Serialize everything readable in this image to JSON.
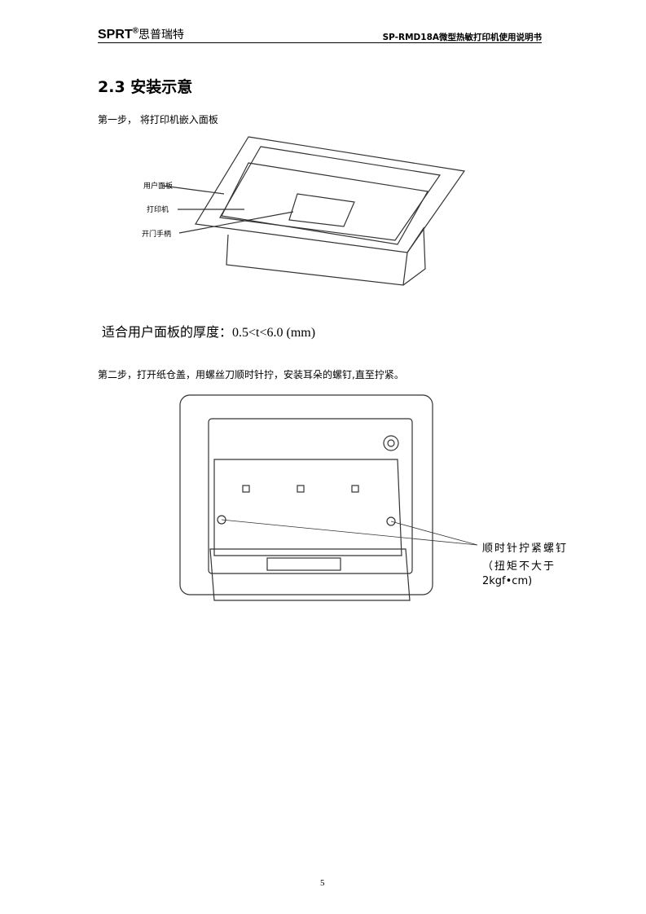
{
  "header": {
    "brand": "SPRT",
    "registered": "®",
    "brand_cn": "思普瑞特",
    "doc_title": "SP-RMD18A微型热敏打印机使用说明书"
  },
  "section": {
    "title": "2.3 安装示意"
  },
  "step1": {
    "text": "第一步， 将打印机嵌入面板",
    "labels": [
      "用户面板",
      "打印机",
      "开门手柄"
    ]
  },
  "thickness": "适合用户面板的厚度：0.5<t<6.0 (mm)",
  "step2": {
    "text": "第二步，打开纸仓盖，用螺丝刀顺时针拧，安装耳朵的螺钉,直至拧紧。",
    "annotation": [
      "顺时针拧紧螺钉",
      "（扭矩不大于",
      "2kgf•cm)"
    ]
  },
  "page_number": "5"
}
